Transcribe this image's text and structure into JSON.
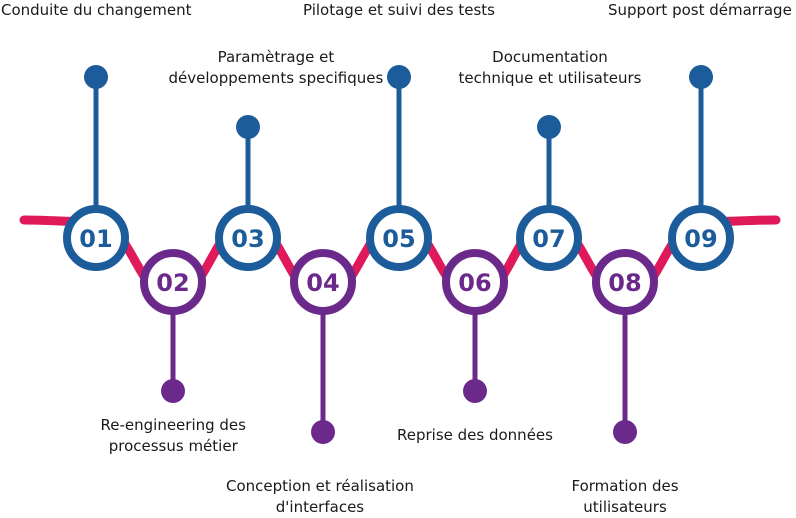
{
  "colors": {
    "wave": "#E0195A",
    "blue": "#1C5C9A",
    "purple": "#6B2A8B",
    "text": "#1a1a1a",
    "background": "#ffffff"
  },
  "steps": [
    {
      "number": "01",
      "label": [
        "Conduite du changement"
      ],
      "group": "top"
    },
    {
      "number": "02",
      "label": [
        "Re-engineering des",
        "processus métier"
      ],
      "group": "bottom"
    },
    {
      "number": "03",
      "label": [
        "Paramètrage et",
        "développements specifiques"
      ],
      "group": "top"
    },
    {
      "number": "04",
      "label": [
        "Conception et réalisation",
        "d'interfaces"
      ],
      "group": "bottom"
    },
    {
      "number": "05",
      "label": [
        "Pilotage et suivi des tests"
      ],
      "group": "top"
    },
    {
      "number": "06",
      "label": [
        "Reprise des données"
      ],
      "group": "bottom"
    },
    {
      "number": "07",
      "label": [
        "Documentation",
        "technique et utilisateurs"
      ],
      "group": "top"
    },
    {
      "number": "08",
      "label": [
        "Formation des",
        "utilisateurs"
      ],
      "group": "bottom"
    },
    {
      "number": "09",
      "label": [
        "Support post démarrage"
      ],
      "group": "top"
    }
  ]
}
